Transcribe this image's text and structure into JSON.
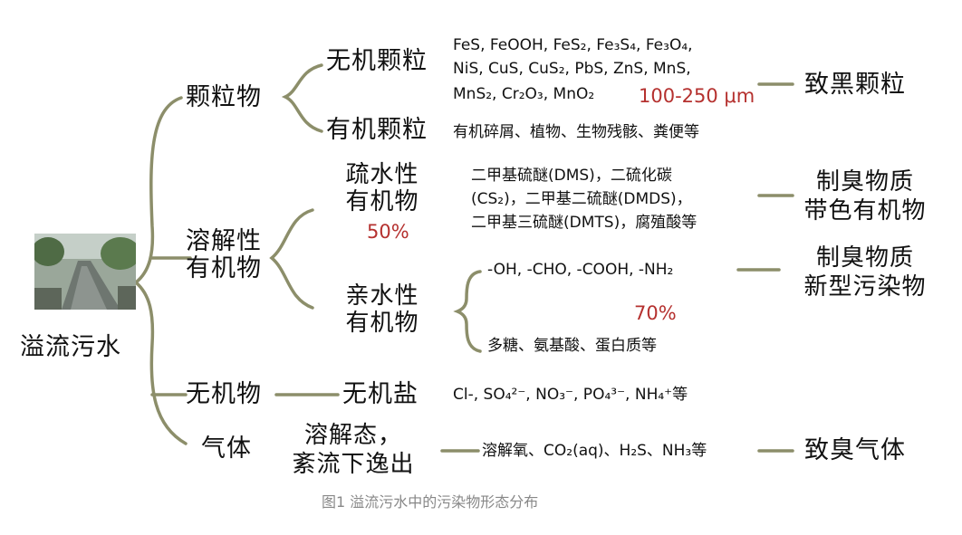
{
  "root": {
    "label": "溢流污水"
  },
  "categories": {
    "particles": "颗粒物",
    "dissolved": "溶解性有机物",
    "inorganic": "无机物",
    "gas": "气体"
  },
  "particles": {
    "inorganic": {
      "label": "无机颗粒",
      "formulas_line1": "FeS, FeOOH, FeS₂, Fe₃S₄, Fe₃O₄,",
      "formulas_line2": "NiS, CuS, CuS₂, PbS, ZnS, MnS,",
      "formulas_line3": "MnS₂, Cr₂O₃, MnO₂",
      "size": "100-250 μm",
      "outcome": "致黑颗粒"
    },
    "organic": {
      "label": "有机颗粒",
      "detail": "有机碎屑、植物、生物残骸、粪便等"
    }
  },
  "dissolved": {
    "hydrophobic": {
      "label_l1": "疏水性",
      "label_l2": "有机物",
      "percent": "50%",
      "detail_l1": "二甲基硫醚(DMS)，二硫化碳",
      "detail_l2": "(CS₂)，二甲基二硫醚(DMDS)，",
      "detail_l3": "二甲基三硫醚(DMTS)，腐殖酸等",
      "outcome_l1": "制臭物质",
      "outcome_l2": "带色有机物"
    },
    "hydrophilic": {
      "label_l1": "亲水性",
      "label_l2": "有机物",
      "percent": "70%",
      "groups": "-OH, -CHO, -COOH, -NH₂",
      "compounds": "多糖、氨基酸、蛋白质等",
      "outcome_l1": "制臭物质",
      "outcome_l2": "新型污染物"
    }
  },
  "inorganic_salt": {
    "label": "无机盐",
    "ions": "Cl-, SO₄²⁻, NO₃⁻, PO₄³⁻, NH₄⁺等"
  },
  "gas": {
    "state_l1": "溶解态，",
    "state_l2": "紊流下逸出",
    "detail": "溶解氧、CO₂(aq)、H₂S、NH₃等",
    "outcome": "致臭气体"
  },
  "caption": "图1 溢流污水中的污染物形态分布"
}
